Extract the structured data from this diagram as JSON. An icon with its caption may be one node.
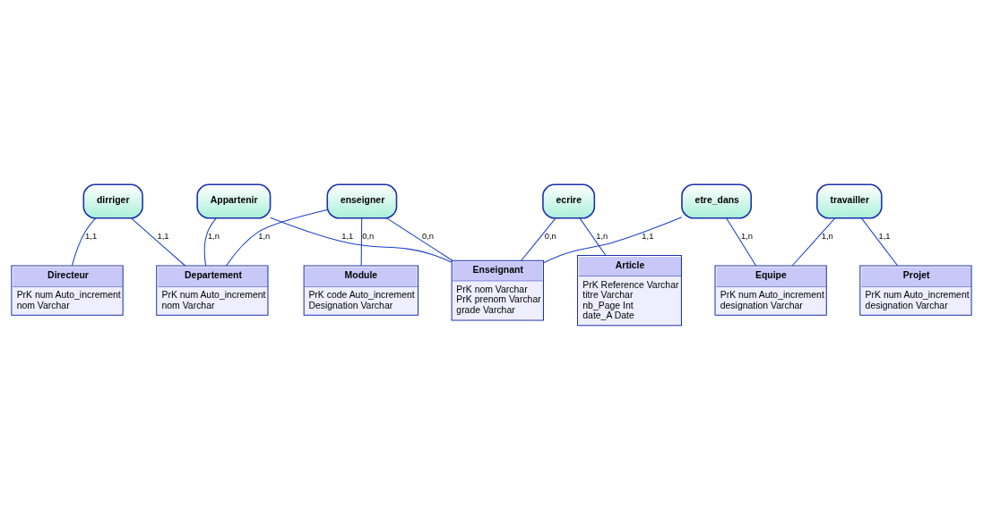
{
  "diagram": {
    "nodes": [
      {
        "text": [
          "Directeur",
          "PrK num Auto_increment",
          "nom Varchar"
        ]
      },
      {
        "text": [
          "dirriger"
        ]
      },
      {
        "text": [
          "Departement",
          "PrK num Auto_increment",
          "nom Varchar"
        ]
      },
      {
        "text": [
          "Appartenir"
        ]
      },
      {
        "text": [
          "ecrire"
        ]
      },
      {
        "text": [
          "Article",
          "PrK Reference Varchar",
          "titre Varchar",
          "nb_Page Int",
          "date_A Date"
        ]
      },
      {
        "text": [
          "enseigner"
        ]
      },
      {
        "text": [
          "Enseignant",
          "PrK nom Varchar",
          "PrK prenom Varchar",
          "grade Varchar"
        ]
      },
      {
        "text": [
          "Module",
          "PrK code Auto_increment",
          "Designation Varchar"
        ]
      },
      {
        "text": [
          "etre_dans"
        ]
      },
      {
        "text": [
          "Projet",
          "PrK num Auto_increment",
          "designation Varchar"
        ]
      },
      {
        "text": [
          "travailler"
        ]
      },
      {
        "text": [
          "Equipe",
          "PrK num Auto_increment",
          "designation Varchar"
        ]
      }
    ],
    "edges": [
      {
        "from": 1,
        "to": 0,
        "arrow": "none",
        "label": "1,1"
      },
      {
        "from": 1,
        "to": 2,
        "arrow": "none",
        "label": "1,1"
      },
      {
        "from": 3,
        "to": 2,
        "arrow": "none",
        "label": "1,n"
      },
      {
        "from": 3,
        "to": 7,
        "arrow": "none",
        "label": "1,1"
      },
      {
        "from": 4,
        "to": 7,
        "arrow": "none",
        "label": "0,n"
      },
      {
        "from": 4,
        "to": 5,
        "arrow": "none",
        "label": "1,n"
      },
      {
        "from": 6,
        "to": 2,
        "arrow": "none",
        "label": "1,n"
      },
      {
        "from": 6,
        "to": 7,
        "arrow": "none",
        "label": "0,n"
      },
      {
        "from": 6,
        "to": 8,
        "arrow": "none",
        "label": "0,n"
      },
      {
        "from": 9,
        "to": 7,
        "arrow": "none",
        "label": "1,1"
      },
      {
        "from": 9,
        "to": 12,
        "arrow": "none",
        "label": "1,n"
      },
      {
        "from": 11,
        "to": 10,
        "arrow": "none",
        "label": "1,1"
      },
      {
        "from": 11,
        "to": 12,
        "arrow": "none",
        "label": "1,n"
      }
    ]
  }
}
